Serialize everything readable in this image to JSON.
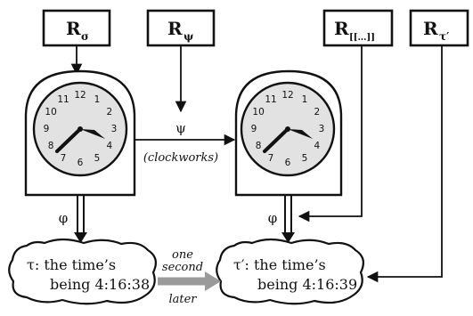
{
  "boxes": [
    {
      "main": "R",
      "sub": "σ"
    },
    {
      "main": "R",
      "sub": "ψ"
    },
    {
      "main": "R",
      "sub": "[[…]]"
    },
    {
      "main": "R",
      "sub": "τ′"
    }
  ],
  "clock_numbers": [
    "12",
    "1",
    "2",
    "3",
    "4",
    "5",
    "6",
    "7",
    "8",
    "9",
    "10",
    "11"
  ],
  "psi_symbol": "ψ",
  "psi_caption": "(clockworks)",
  "phi_left": "φ",
  "phi_right": "φ",
  "transition": {
    "line1": "one",
    "line2": "second",
    "line3": "later"
  },
  "state_left": {
    "line1": "τ: the time’s",
    "line2": "being 4:16:38"
  },
  "state_right": {
    "line1": "τ′: the time’s",
    "line2": "being 4:16:39"
  }
}
